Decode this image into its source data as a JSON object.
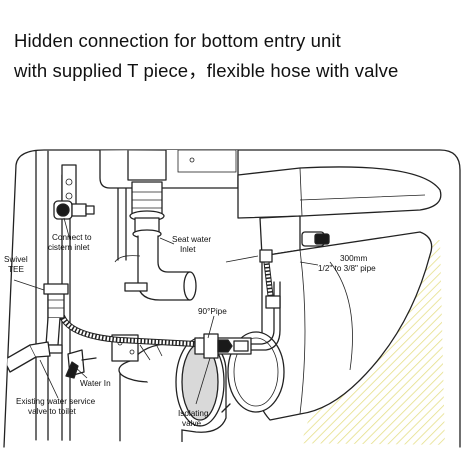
{
  "title": {
    "line1": "Hidden connection for bottom entry unit",
    "line2": "with supplied T piece，flexible hose with valve"
  },
  "labels": {
    "connect_to_cistern": [
      "Connect to",
      "cistern inlet"
    ],
    "seat_water_inlet": [
      "Seat water",
      "Inlet"
    ],
    "swivel_tee": [
      "Swivel",
      "TEE"
    ],
    "pipe_300mm": [
      "300mm",
      "1/2\" to 3/8\" pipe"
    ],
    "pipe_90": "90°Pipe",
    "water_in": "Water In",
    "existing_service": [
      "Existing water service",
      "valve to toilet"
    ],
    "isolating_valve": [
      "Isolating",
      "valve"
    ]
  }
}
